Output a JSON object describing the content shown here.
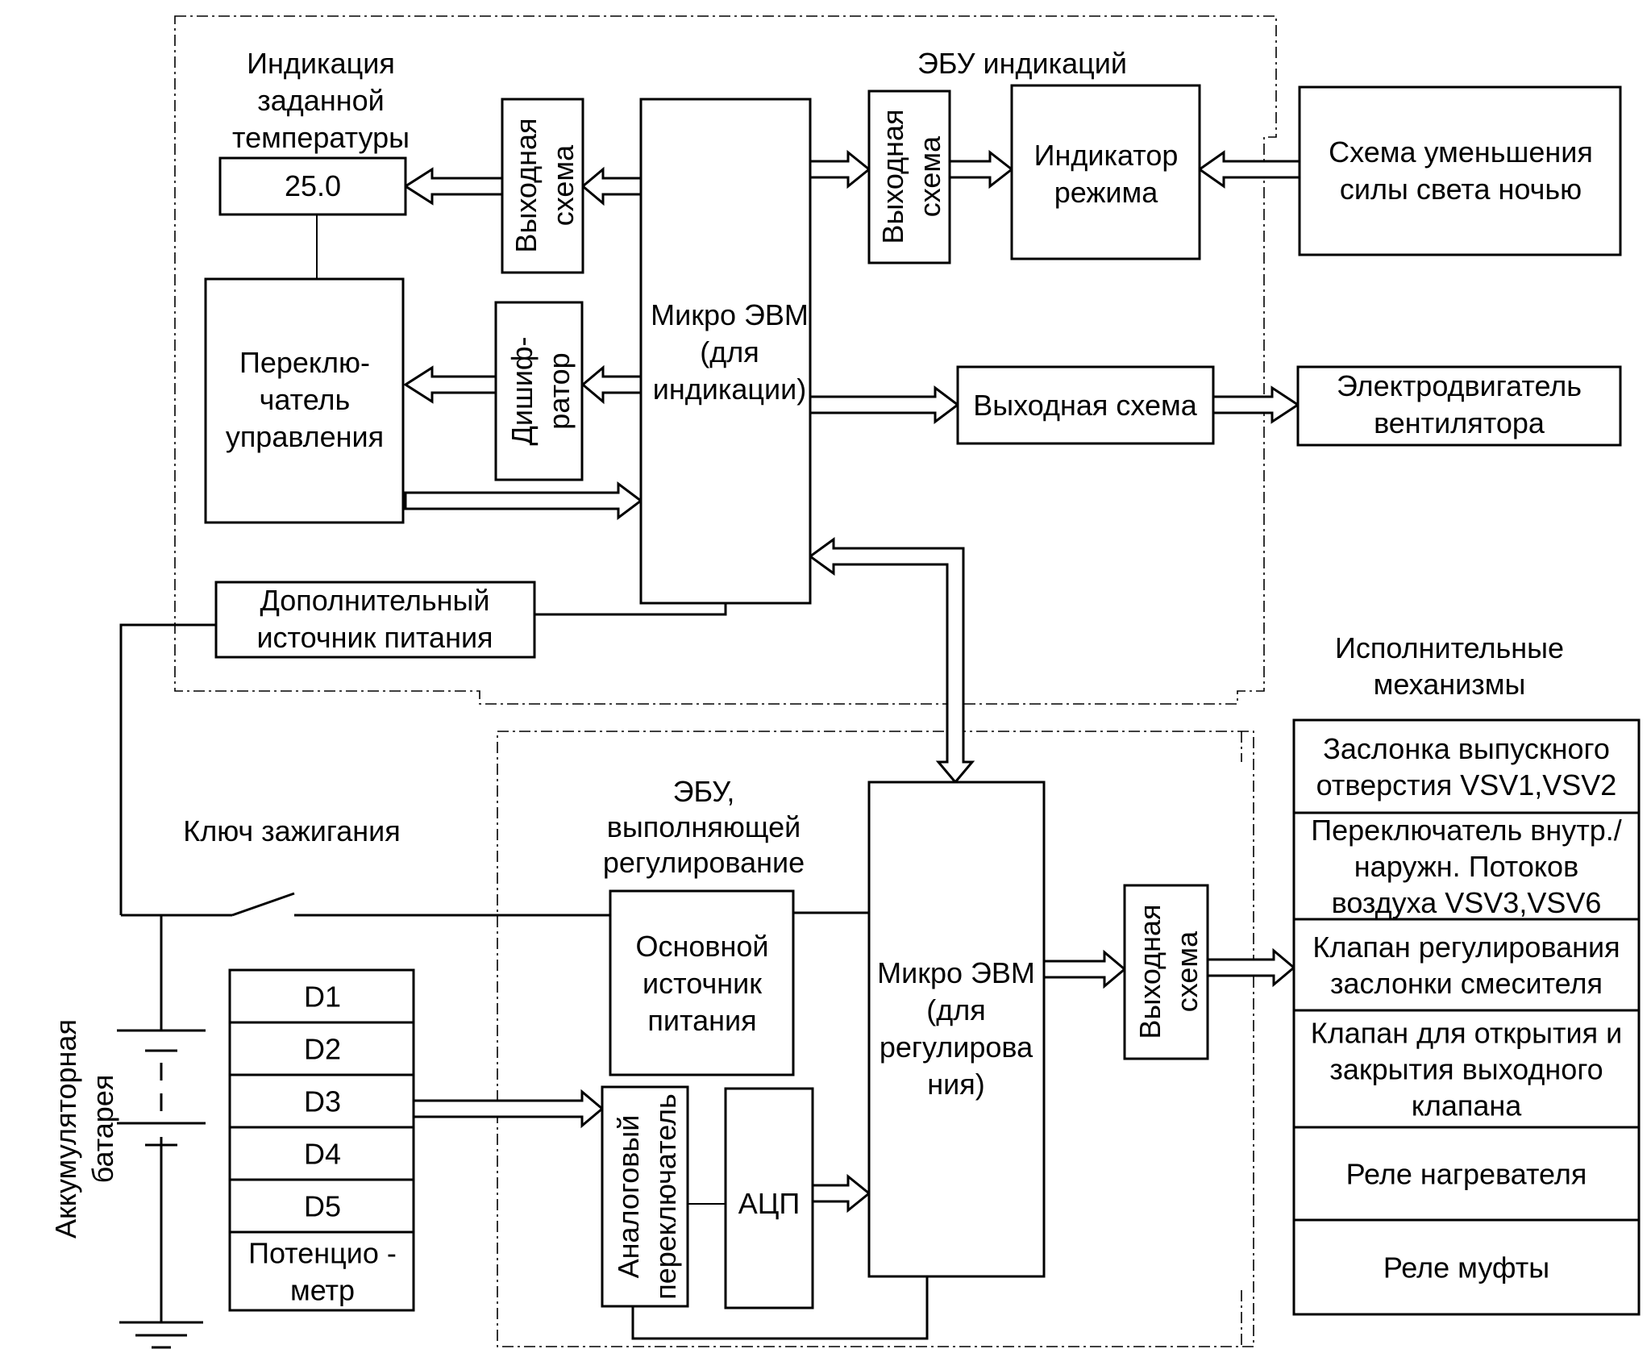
{
  "ecu_display": {
    "title": "ЭБУ индикаций",
    "set_temp_caption": [
      "Индикация",
      "заданной",
      "температуры"
    ],
    "set_temp_value": "25.0",
    "output_circuit_vertical": [
      "Выходная",
      "схема"
    ],
    "decoder": [
      "Дишиф-",
      "ратор"
    ],
    "control_switch": [
      "Переклю-",
      "чатель",
      "управления"
    ],
    "micro_computer": [
      "Микро ЭВМ",
      "(для",
      "индикации)"
    ],
    "output_circuit_mode": [
      "Выходная",
      "схема"
    ],
    "mode_indicator": [
      "Индикатор",
      "режима"
    ],
    "output_circuit_fan": "Выходная схема",
    "aux_power": [
      "Дополнительный",
      "источник питания"
    ]
  },
  "external": {
    "night_dimmer": [
      "Схема уменьшения",
      "силы света ночью"
    ],
    "fan_motor": [
      "Электродвигатель",
      "вентилятора"
    ]
  },
  "ignition_key": "Ключ зажигания",
  "battery": [
    "Аккумуляторная",
    "батарея"
  ],
  "sensors": [
    "D1",
    "D2",
    "D3",
    "D4",
    "D5",
    "Потенцио -|метр"
  ],
  "ecu_control": {
    "title": [
      "ЭБУ,",
      "выполняющей",
      "регулирование"
    ],
    "main_power": [
      "Основной",
      "источник",
      "питания"
    ],
    "analog_switch": [
      "Аналоговый",
      "переключатель"
    ],
    "adc": "АЦП",
    "micro_computer": [
      "Микро ЭВМ",
      "(для",
      "регулирова",
      "ния)"
    ],
    "output_circuit": [
      "Выходная",
      "схема"
    ]
  },
  "actuators": {
    "title": [
      "Исполнительные",
      "механизмы"
    ],
    "items": [
      "Заслонка выпускного|отверстия VSV1,VSV2",
      "Переключатель внутр./|наружн. Потоков|воздуха VSV3,VSV6",
      "Клапан регулирования|заслонки смесителя",
      "Клапан для открытия и|закрытия выходного|клапана",
      "Реле нагревателя",
      "Реле муфты"
    ]
  }
}
